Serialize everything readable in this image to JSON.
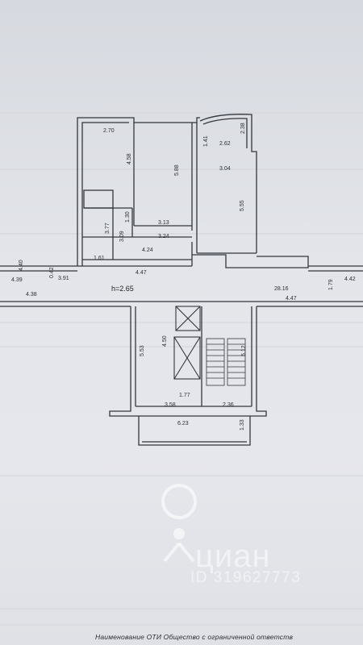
{
  "plan": {
    "dims": {
      "d270": "2.70",
      "d458": "4.58",
      "d588": "5.88",
      "d141": "1.41",
      "d262": "2.62",
      "d238": "2.38",
      "d304": "3.04",
      "d555": "5.55",
      "d130": "1.30",
      "d377": "3.77",
      "d309": "3.09",
      "d313": "3.13",
      "d324": "3.24",
      "d424": "4.24",
      "d161": "1.61",
      "d440": "4.40",
      "d042": "0.42",
      "d439": "4.39",
      "d391": "3.91",
      "d447a": "4.47",
      "d447b": "4.47",
      "d438": "4.38",
      "d2816": "28.16",
      "d179": "1.79",
      "d442": "4.42",
      "d553": "5.53",
      "d450": "4.50",
      "d512": "5.12",
      "d177": "1.77",
      "d358": "3.58",
      "d236": "2.36",
      "d623": "6.23",
      "d133": "1.33"
    },
    "height_label": "h=2.65"
  },
  "watermark": {
    "brand": "циан",
    "id_text": "ID 319627773"
  },
  "footer": {
    "text": "Наименование ОТИ  Общество с ограниченной ответств"
  },
  "colors": {
    "paper": "#e3e5ea",
    "ink": "#2c2f36"
  }
}
